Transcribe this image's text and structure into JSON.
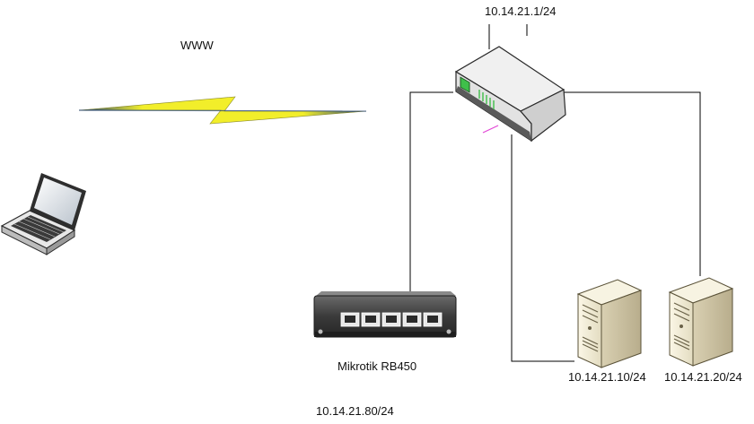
{
  "diagram": {
    "labels": {
      "internet": "WWW",
      "router_subnet": "10.14.21.1/24",
      "mikrotik_name": "Mikrotik RB450",
      "mikrotik_ip": "10.14.21.80/24",
      "server1_ip": "10.14.21.10/24",
      "server2_ip": "10.14.21.20/24"
    },
    "icons": {
      "internet_link": "lightning-bolt-icon",
      "laptop": "laptop-icon",
      "router": "router-icon",
      "mikrotik": "ethernet-switch-icon",
      "server1": "server-tower-icon",
      "server2": "server-tower-icon"
    },
    "colors": {
      "bolt": "#f2ee2a",
      "bolt_edge": "#1f3f7a",
      "line": "#000000",
      "device_light": "#f2f2f2",
      "device_dark": "#5a5a5a",
      "router_led": "#3fbf4a"
    }
  }
}
